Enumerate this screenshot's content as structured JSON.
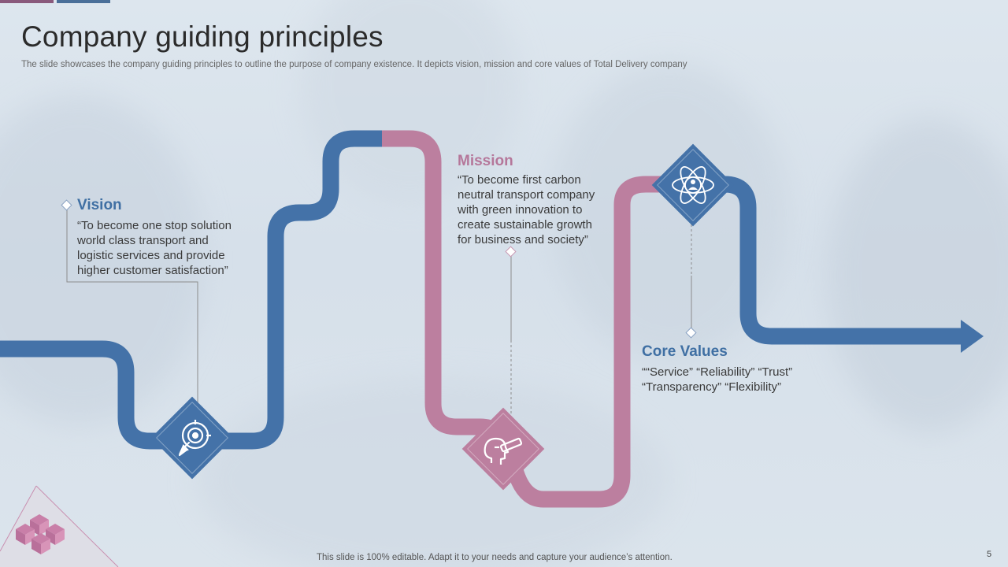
{
  "slide": {
    "title": "Company guiding principles",
    "subtitle": "The slide showcases the company guiding principles to outline the purpose of company existence. It depicts vision, mission and core values of Total Delivery company",
    "footer": "This slide is 100% editable. Adapt it to your needs and capture your audience’s attention.",
    "page_number": "5"
  },
  "vision": {
    "heading": "Vision",
    "lines": [
      "“To become one stop solution",
      "world class transport  and",
      "logistic services and provide",
      "higher customer satisfaction”"
    ],
    "icon": "rocket-target-icon"
  },
  "mission": {
    "heading": "Mission",
    "lines": [
      "“To become first carbon",
      "neutral transport company",
      "with green innovation to",
      "create sustainable growth",
      "for business and society”"
    ],
    "icon": "head-telescope-icon"
  },
  "core_values": {
    "heading": "Core Values",
    "lines": [
      "““Service” “Reliability” “Trust”",
      "“Transparency”  “Flexibility”"
    ],
    "icon": "atom-person-icon"
  },
  "colors": {
    "blue": "#4472a8",
    "pink": "#bc7f9f",
    "heading_blue": "#3f6fa3",
    "heading_pink": "#b5779a"
  }
}
